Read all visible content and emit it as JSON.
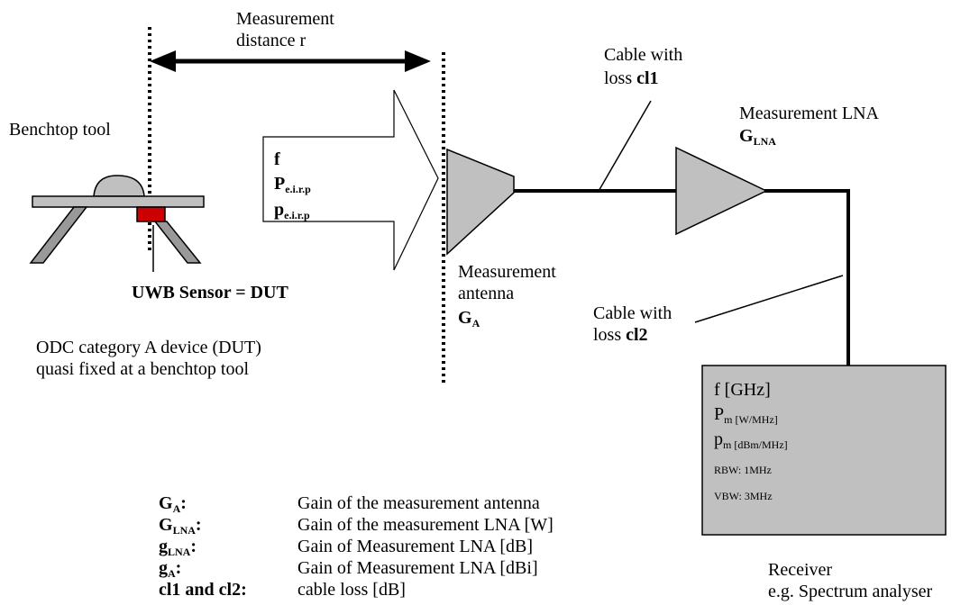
{
  "labels": {
    "measurement_distance_line1": "Measurement",
    "measurement_distance_line2": "distance r",
    "benchtop_tool": "Benchtop tool",
    "uwb_sensor": "UWB Sensor = DUT",
    "odc_line1": "ODC category A device (DUT)",
    "odc_line2": "quasi fixed at a benchtop tool",
    "signal_f": "f",
    "signal_P": "P",
    "signal_P_sub": "e.i.r.p",
    "signal_p": "p",
    "signal_p_sub": "e.i.r.p",
    "antenna_line1": "Measurement",
    "antenna_line2": "antenna",
    "antenna_gain": "G",
    "antenna_gain_sub": "A",
    "cable1_line1": "Cable with",
    "cable1_line2": "loss ",
    "cable1_name": "cl1",
    "lna_line1": "Measurement LNA",
    "lna_gain": "G",
    "lna_gain_sub": "LNA",
    "cable2_line1": "Cable with",
    "cable2_line2": "loss ",
    "cable2_name": "cl2",
    "receiver_line1": "Receiver",
    "receiver_line2": "e.g. Spectrum analyser"
  },
  "receiver_box": {
    "freq": "f [GHz]",
    "pm": "P",
    "pm_sub": "m  [W/MHz]",
    "pm_lower": "p",
    "pm_lower_sub": "m [dBm/MHz]",
    "rbw": "RBW: 1MHz",
    "vbw": "VBW: 3MHz"
  },
  "legend": [
    {
      "key": "G",
      "key_sub": "A",
      "key_suffix": ":",
      "desc": "Gain of the measurement antenna"
    },
    {
      "key": "G",
      "key_sub": "LNA",
      "key_suffix": ":",
      "desc": "Gain of the measurement LNA [W]"
    },
    {
      "key": "g",
      "key_sub": "LNA",
      "key_suffix": ":",
      "desc": "Gain of Measurement LNA [dB]"
    },
    {
      "key": "g",
      "key_sub": "A",
      "key_suffix": ":",
      "desc": "Gain of Measurement LNA [dBi]"
    },
    {
      "key": "cl1 and cl2:",
      "key_sub": "",
      "key_suffix": "",
      "desc": "cable loss [dB]"
    }
  ],
  "colors": {
    "device_fill": "#cc0000",
    "grey_fill": "#c0c0c0",
    "line": "#000000"
  }
}
